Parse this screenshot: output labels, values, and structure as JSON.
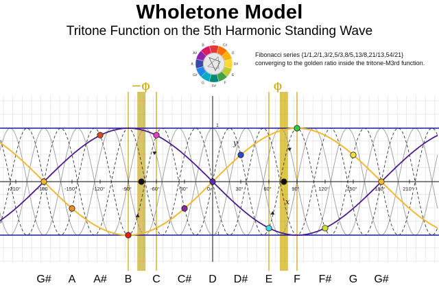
{
  "header": {
    "title": "Wholetone Model",
    "subtitle": "Tritone Function on the 5th Harmonic Standing Wave"
  },
  "fibonacci_note": {
    "line1": "Fibonacci series {1/1,2/1,3/2,5/3,8/5,13/8,21/13,54/21}",
    "line2": "converging to the golden ratio inside the tritone-M3rd function."
  },
  "color_wheel": {
    "notes": [
      "C",
      "C#",
      "D",
      "D#",
      "E",
      "F",
      "F#",
      "G",
      "G#",
      "A",
      "A#",
      "B"
    ],
    "colors": [
      "#e53935",
      "#ff6f00",
      "#ffb300",
      "#fdd835",
      "#c0ca33",
      "#43a047",
      "#00897b",
      "#00acc1",
      "#1e88e5",
      "#3949ab",
      "#8e24aa",
      "#d81b60"
    ]
  },
  "plot": {
    "phi_left_label": "−ϕ",
    "phi_right_label": "ϕ",
    "y_label": "y",
    "x_label": "x",
    "y_tick_top": "1",
    "y_tick_bottom": "-1",
    "x_ticks": [
      {
        "deg": -210,
        "label": "-210°"
      },
      {
        "deg": -180,
        "label": "-180"
      },
      {
        "deg": -150,
        "label": "-150°"
      },
      {
        "deg": -120,
        "label": "-120°"
      },
      {
        "deg": -90,
        "label": "-90°"
      },
      {
        "deg": -60,
        "label": "-60°"
      },
      {
        "deg": -30,
        "label": "-30°"
      },
      {
        "deg": 0,
        "label": "0"
      },
      {
        "deg": 30,
        "label": "30°"
      },
      {
        "deg": 60,
        "label": "60°"
      },
      {
        "deg": 90,
        "label": "90°"
      },
      {
        "deg": 120,
        "label": "120°"
      },
      {
        "deg": 150,
        "label": "150°"
      },
      {
        "deg": 180,
        "label": "180°"
      },
      {
        "deg": 210,
        "label": "210°"
      }
    ],
    "colors": {
      "sine": "#f2b830",
      "cosine": "#4b1a8c",
      "harmonic": "#9a9a9a",
      "harmonic_dashed": "#333333",
      "boundary": "#1c1c9c",
      "phi_band": "#c9a400",
      "grid": "#d6d6d6"
    },
    "points": [
      {
        "name": "g-sharp-left-point",
        "deg": -180,
        "y": 0,
        "color": "#f2b830"
      },
      {
        "name": "a-point",
        "deg": -150,
        "y": -0.5,
        "color": "#f28c28"
      },
      {
        "name": "a-sharp-point",
        "deg": -120,
        "y": 0.87,
        "color": "#e04820"
      },
      {
        "name": "b-point",
        "deg": -90,
        "y": -1,
        "color": "#e0201c"
      },
      {
        "name": "left-phi-point",
        "deg": -76,
        "y": 0,
        "color": "#111111"
      },
      {
        "name": "c-point",
        "deg": -60,
        "y": 0.87,
        "color": "#e040c8"
      },
      {
        "name": "c-sharp-point",
        "deg": -30,
        "y": -0.5,
        "color": "#8a2aa0"
      },
      {
        "name": "d-point",
        "deg": 0,
        "y": 0,
        "color": "#5a2aa8"
      },
      {
        "name": "d-sharp-point",
        "deg": 30,
        "y": 0.5,
        "color": "#2a4ac8"
      },
      {
        "name": "e-point",
        "deg": 60,
        "y": -0.87,
        "color": "#40d8e0"
      },
      {
        "name": "right-phi-point",
        "deg": 76,
        "y": 0,
        "color": "#111111"
      },
      {
        "name": "f-point",
        "deg": 90,
        "y": 1,
        "color": "#2ad040"
      },
      {
        "name": "f-sharp-point",
        "deg": 120,
        "y": -0.87,
        "color": "#c8e030"
      },
      {
        "name": "g-point",
        "deg": 150,
        "y": 0.5,
        "color": "#f0e040"
      },
      {
        "name": "g-sharp-right-point",
        "deg": 180,
        "y": 0,
        "color": "#f2b830"
      }
    ]
  },
  "note_row": [
    {
      "deg": -180,
      "label": "G#"
    },
    {
      "deg": -150,
      "label": "A"
    },
    {
      "deg": -120,
      "label": "A#"
    },
    {
      "deg": -90,
      "label": "B"
    },
    {
      "deg": -60,
      "label": "C"
    },
    {
      "deg": -30,
      "label": "C#"
    },
    {
      "deg": 0,
      "label": "D"
    },
    {
      "deg": 30,
      "label": "D#"
    },
    {
      "deg": 60,
      "label": "E"
    },
    {
      "deg": 90,
      "label": "F"
    },
    {
      "deg": 120,
      "label": "F#"
    },
    {
      "deg": 150,
      "label": "G"
    },
    {
      "deg": 180,
      "label": "G#"
    }
  ]
}
